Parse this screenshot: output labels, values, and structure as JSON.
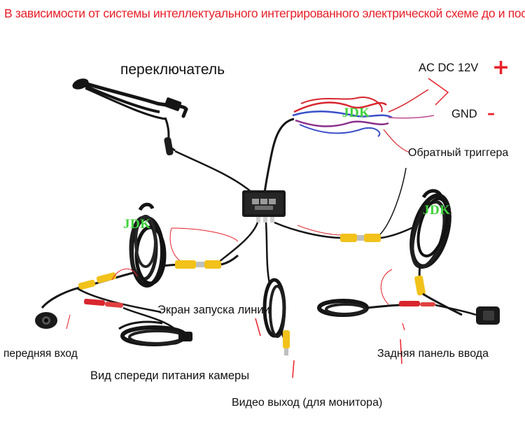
{
  "title": "В зависимости от системы интеллектуального интегрированного электрической схеме до и после",
  "labels": {
    "switch": "переключатель",
    "power_positive": "AC DC 12V",
    "power_negative": "GND",
    "reverse_trigger": "Обратный триггера",
    "screen_line": "Экран запуска линии",
    "front_input": "передняя вход",
    "front_camera_power": "Вид спереди питания камеры",
    "video_out": "Видео выход (для монитора)",
    "rear_input": "Задняя панель ввода"
  },
  "brand": {
    "watermark": "JDK"
  },
  "polarity": {
    "positive": "+",
    "negative": "–"
  },
  "colors": {
    "title_red": "#e8202a",
    "watermark_green": "#3fd13a",
    "cable_black": "#151515",
    "rca_yellow": "#f2c21a",
    "wire_red": "#d8262e",
    "wire_blue": "#3a4fc9",
    "wire_purple": "#8b2e8c"
  }
}
